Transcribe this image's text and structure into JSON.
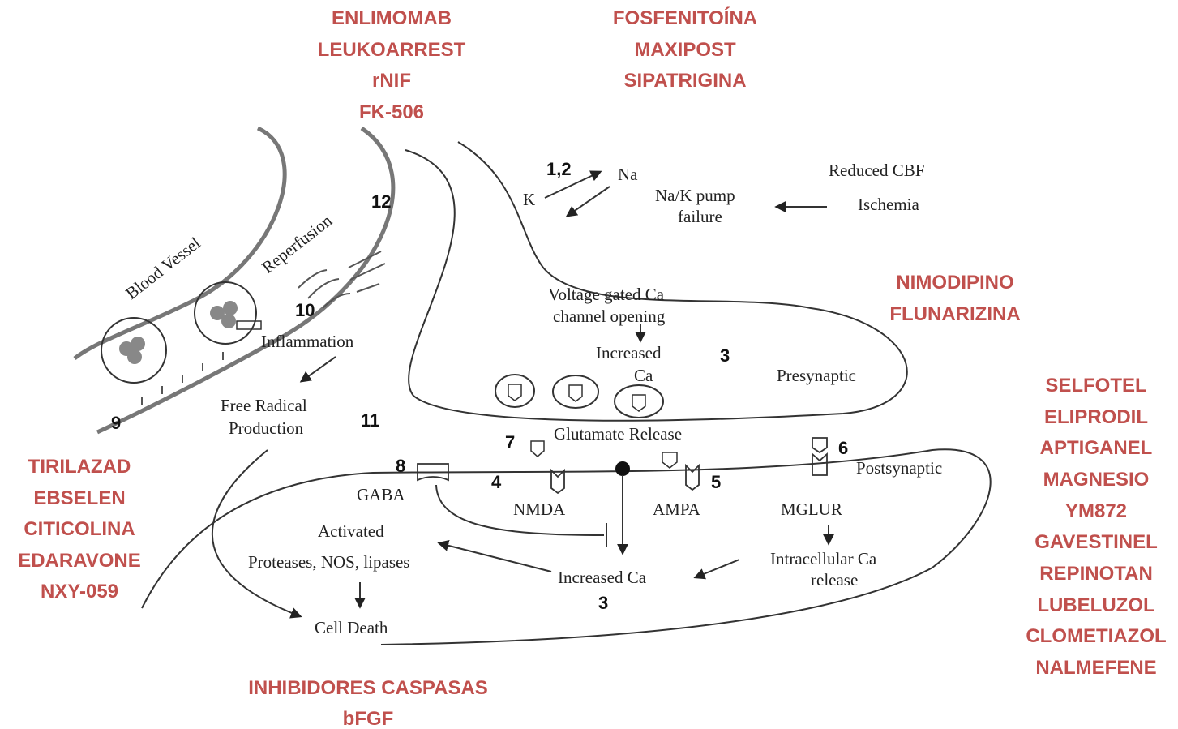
{
  "drugs": {
    "top_left": [
      "ENLIMOMAB",
      "LEUKOARREST",
      "rNIF",
      "FK-506"
    ],
    "top_center": [
      "FOSFENITOÍNA",
      "MAXIPOST",
      "SIPATRIGINA"
    ],
    "right_mid": [
      "NIMODIPINO",
      "FLUNARIZINA"
    ],
    "right": [
      "SELFOTEL",
      "ELIPRODIL",
      "APTIGANEL",
      "MAGNESIO",
      "YM872",
      "GAVESTINEL",
      "REPINOTAN",
      "LUBELUZOL",
      "CLOMETIAZOL",
      "NALMEFENE"
    ],
    "left": [
      "TIRILAZAD",
      "EBSELEN",
      "CITICOLINA",
      "EDARAVONE",
      "NXY-059"
    ],
    "bottom": [
      "INHIBIDORES CASPASAS",
      "bFGF"
    ]
  },
  "labels": {
    "reduced_cbf": "Reduced CBF",
    "ischemia": "Ischemia",
    "na": "Na",
    "k": "K",
    "pump_1": "Na/K pump",
    "pump_2": "failure",
    "blood_vessel": "Blood Vessel",
    "reperfusion": "Reperfusion",
    "inflammation": "Inflammation",
    "free_radical_1": "Free Radical",
    "free_radical_2": "Production",
    "vgcc_1": "Voltage gated Ca",
    "vgcc_2": "channel opening",
    "inc_ca_1": "Increased",
    "inc_ca_2": "Ca",
    "presynaptic": "Presynaptic",
    "glutamate": "Glutamate Release",
    "postsynaptic": "Postsynaptic",
    "gaba": "GABA",
    "nmda": "NMDA",
    "ampa": "AMPA",
    "mglur": "MGLUR",
    "activated": "Activated",
    "proteases": "Proteases, NOS, lipases",
    "increased_ca_post": "Increased Ca",
    "intracellular_1": "Intracellular Ca",
    "intracellular_2": "release",
    "cell_death": "Cell Death"
  },
  "numbers": {
    "n12_pump": "1,2",
    "n12": "12",
    "n10": "10",
    "n9": "9",
    "n11": "11",
    "n3_pre": "3",
    "n7": "7",
    "n8": "8",
    "n4": "4",
    "n5": "5",
    "n6": "6",
    "n3_post": "3"
  },
  "colors": {
    "drug_text": "#c0504d"
  }
}
